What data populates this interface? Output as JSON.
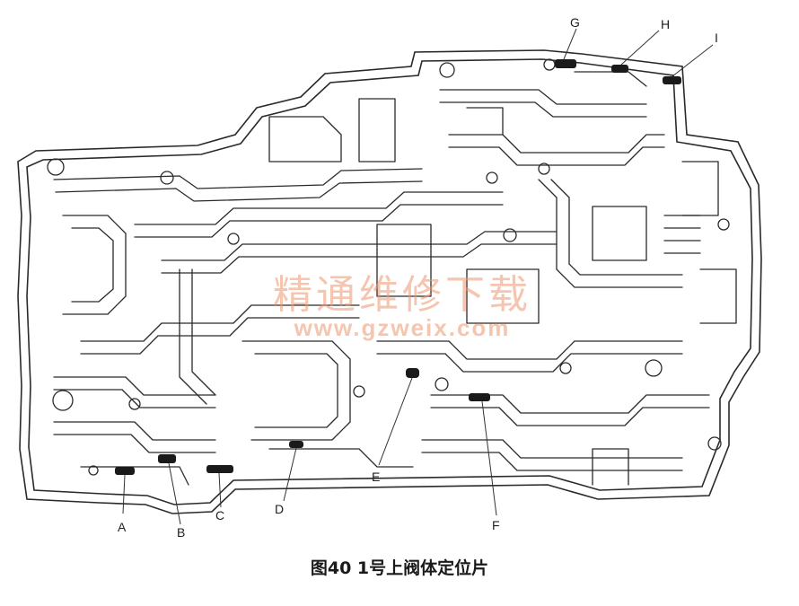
{
  "figure": {
    "caption": "图40  1号上阀体定位片",
    "watermark_text": "精通维修下载",
    "watermark_url": "www.gzweix.com",
    "watermark_color": "#ec966e"
  },
  "labels": [
    {
      "id": "A",
      "text": "A"
    },
    {
      "id": "B",
      "text": "B"
    },
    {
      "id": "C",
      "text": "C"
    },
    {
      "id": "D",
      "text": "D"
    },
    {
      "id": "E",
      "text": "E"
    },
    {
      "id": "F",
      "text": "F"
    },
    {
      "id": "G",
      "text": "G"
    },
    {
      "id": "H",
      "text": "H"
    },
    {
      "id": "I",
      "text": "I"
    }
  ]
}
